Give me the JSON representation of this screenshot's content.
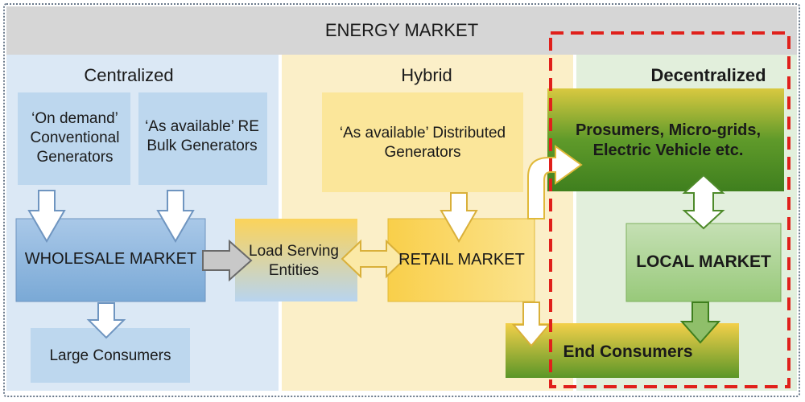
{
  "title": "ENERGY MARKET",
  "zones": {
    "centralized": "Centralized",
    "hybrid": "Hybrid",
    "decentralized": "Decentralized"
  },
  "boxes": {
    "on_demand": "‘On demand’ Conventional Generators",
    "as_available_re": "‘As available’ RE Bulk Generators",
    "wholesale": "WHOLESALE MARKET",
    "large_consumers": "Large Consumers",
    "load_serving": "Load Serving Entities",
    "distributed_gen": "‘As available’ Distributed Generators",
    "retail": "RETAIL MARKET",
    "prosumers": "Prosumers, Micro-grids, Electric Vehicle etc.",
    "local": "LOCAL MARKET",
    "end_consumers": "End Consumers"
  },
  "colors": {
    "central_bg": "#dbe8f5",
    "hybrid_bg": "#fbefc8",
    "decentral_bg": "#e2efdc",
    "highlight_border": "#e0201b"
  }
}
